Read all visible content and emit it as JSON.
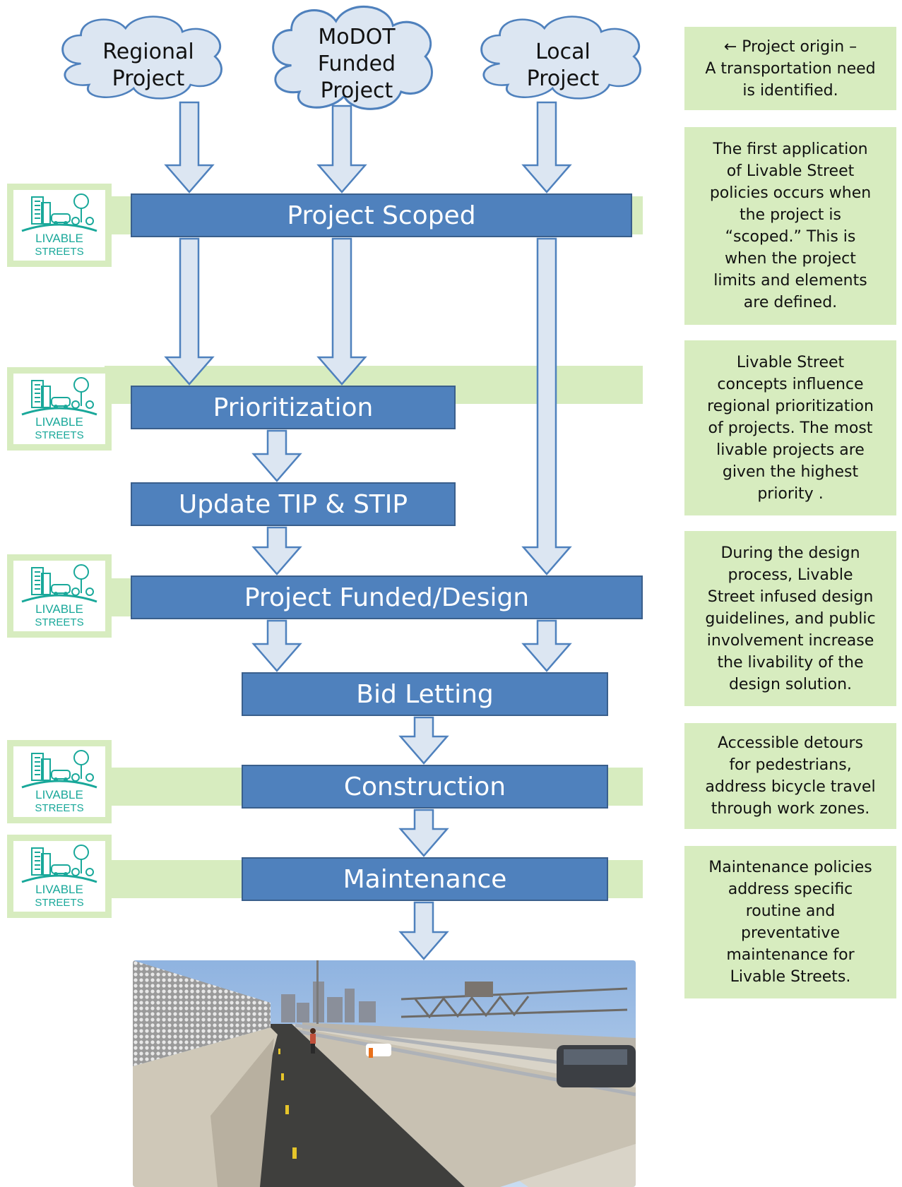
{
  "sources": [
    {
      "id": "regional",
      "lines": [
        "Regional",
        "Project"
      ]
    },
    {
      "id": "modot",
      "lines": [
        "MoDOT",
        "Funded",
        "Project"
      ]
    },
    {
      "id": "local",
      "lines": [
        "Local",
        "Project"
      ]
    }
  ],
  "stages": {
    "scoped": "Project Scoped",
    "prioritization": "Prioritization",
    "update_tip": "Update TIP & STIP",
    "funded_design": "Project Funded/Design",
    "bid_letting": "Bid Letting",
    "construction": "Construction",
    "maintenance": "Maintenance"
  },
  "notes": {
    "origin": [
      "←  Project  origin –",
      "A transportation need",
      "is identified."
    ],
    "scoped": [
      "The first application",
      "of Livable Street",
      "policies occurs when",
      "the project is",
      "“scoped.” This is",
      "when the project",
      "limits and elements",
      "are defined."
    ],
    "prioritization": [
      "Livable Street",
      "concepts influence",
      "regional prioritization",
      "of projects. The most",
      "livable projects are",
      "given the highest",
      "priority ."
    ],
    "design": [
      "During the design",
      "process, Livable",
      "Street infused design",
      "guidelines, and public",
      "involvement increase",
      "the livability of the",
      "design solution."
    ],
    "construction": [
      "Accessible detours",
      "for pedestrians,",
      "address bicycle  travel",
      "through work zones."
    ],
    "maintenance": [
      "Maintenance policies",
      "address specific",
      "routine and",
      "preventative",
      "maintenance for",
      "Livable Streets."
    ]
  },
  "logo": {
    "line1": "LIVABLE",
    "line2": "STREETS"
  },
  "colors": {
    "stage_fill": "#4f81bd",
    "stage_border": "#3a5f8c",
    "band": "#d7ecbf",
    "arrow_fill": "#dce6f2",
    "arrow_stroke": "#4f81bd",
    "logo_teal": "#19a89a",
    "cloud_fill": "#dce6f2"
  }
}
